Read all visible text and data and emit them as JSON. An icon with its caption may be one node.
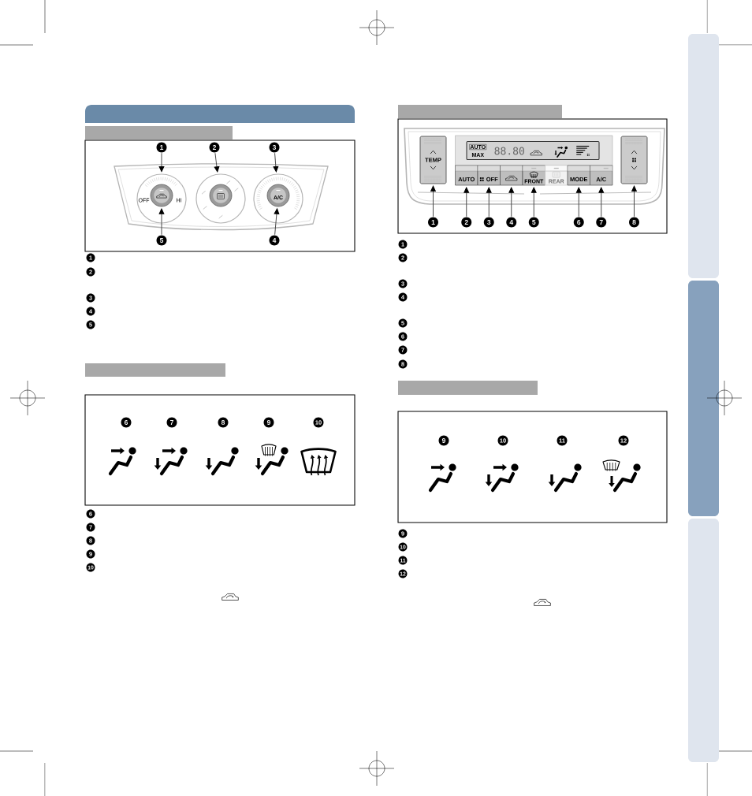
{
  "diagram": {
    "nodes": [
      {
        "text": [],
        "shape": "bar"
      },
      {
        "text": [],
        "shape": "bar"
      },
      {
        "text": [
          "1"
        ]
      },
      {
        "text": [
          "2"
        ]
      },
      {
        "text": [
          "3"
        ]
      },
      {
        "text": [
          "OFF",
          "HI"
        ]
      },
      {
        "text": [],
        "shape": "circle",
        "in": 5
      },
      {
        "text": [],
        "shape": "circle"
      },
      {
        "text": [],
        "shape": "circle",
        "in": 7
      },
      {
        "text": [],
        "shape": "circle"
      },
      {
        "text": [
          "A/C"
        ],
        "in": 9
      },
      {
        "text": [
          "5"
        ]
      },
      {
        "text": [
          "4"
        ]
      },
      {
        "text": [],
        "shape": "bar"
      },
      {
        "text": [
          "6"
        ]
      },
      {
        "text": [
          "7"
        ]
      },
      {
        "text": [
          "8"
        ]
      },
      {
        "text": [
          "9"
        ]
      },
      {
        "text": [
          "10"
        ]
      },
      {
        "text": [],
        "shape": "bar"
      },
      {
        "text": [
          "TEMP"
        ]
      },
      {
        "text": [
          "AUTO",
          "MAX",
          "88.80"
        ]
      },
      {
        "text": [
          "AUTO"
        ]
      },
      {
        "text": [
          "OFF"
        ]
      },
      {
        "text": [],
        "shape": "box"
      },
      {
        "text": [
          "FRONT"
        ]
      },
      {
        "text": [
          "REAR"
        ]
      },
      {
        "text": [
          "MODE"
        ]
      },
      {
        "text": [
          "A/C"
        ]
      },
      {
        "text": [],
        "shape": "box"
      },
      {
        "text": [
          "1"
        ]
      },
      {
        "text": [
          "2"
        ]
      },
      {
        "text": [
          "3"
        ]
      },
      {
        "text": [
          "4"
        ]
      },
      {
        "text": [
          "5"
        ]
      },
      {
        "text": [
          "6"
        ]
      },
      {
        "text": [
          "7"
        ]
      },
      {
        "text": [
          "8"
        ]
      },
      {
        "text": [],
        "shape": "bar"
      },
      {
        "text": [
          "9"
        ]
      },
      {
        "text": [
          "10"
        ]
      },
      {
        "text": [
          "11"
        ]
      },
      {
        "text": [
          "12"
        ]
      },
      {
        "text": [],
        "shape": "box"
      },
      {
        "text": [],
        "shape": "box"
      },
      {
        "text": [],
        "shape": "box"
      }
    ],
    "edges": [
      {
        "from": 2,
        "to": 5,
        "arrow": "to"
      },
      {
        "from": 3,
        "to": 7,
        "arrow": "to"
      },
      {
        "from": 4,
        "to": 9,
        "arrow": "to"
      },
      {
        "from": 11,
        "to": 6,
        "arrow": "to"
      },
      {
        "from": 12,
        "to": 10,
        "arrow": "to"
      },
      {
        "from": 30,
        "to": 20,
        "arrow": "to"
      },
      {
        "from": 31,
        "to": 22,
        "arrow": "to"
      },
      {
        "from": 32,
        "to": 23,
        "arrow": "to"
      },
      {
        "from": 33,
        "to": 24,
        "arrow": "to"
      },
      {
        "from": 34,
        "to": 25,
        "arrow": "to"
      },
      {
        "from": 35,
        "to": 27,
        "arrow": "to"
      },
      {
        "from": 36,
        "to": 28,
        "arrow": "to"
      },
      {
        "from": 37,
        "to": 29,
        "arrow": "to"
      }
    ],
    "labels": [
      "1",
      "2",
      "3",
      "4",
      "5",
      "6",
      "7",
      "8",
      "9",
      "10",
      "1",
      "2",
      "3",
      "4",
      "5",
      "6",
      "7",
      "8",
      "9",
      "10",
      "11",
      "12"
    ]
  }
}
